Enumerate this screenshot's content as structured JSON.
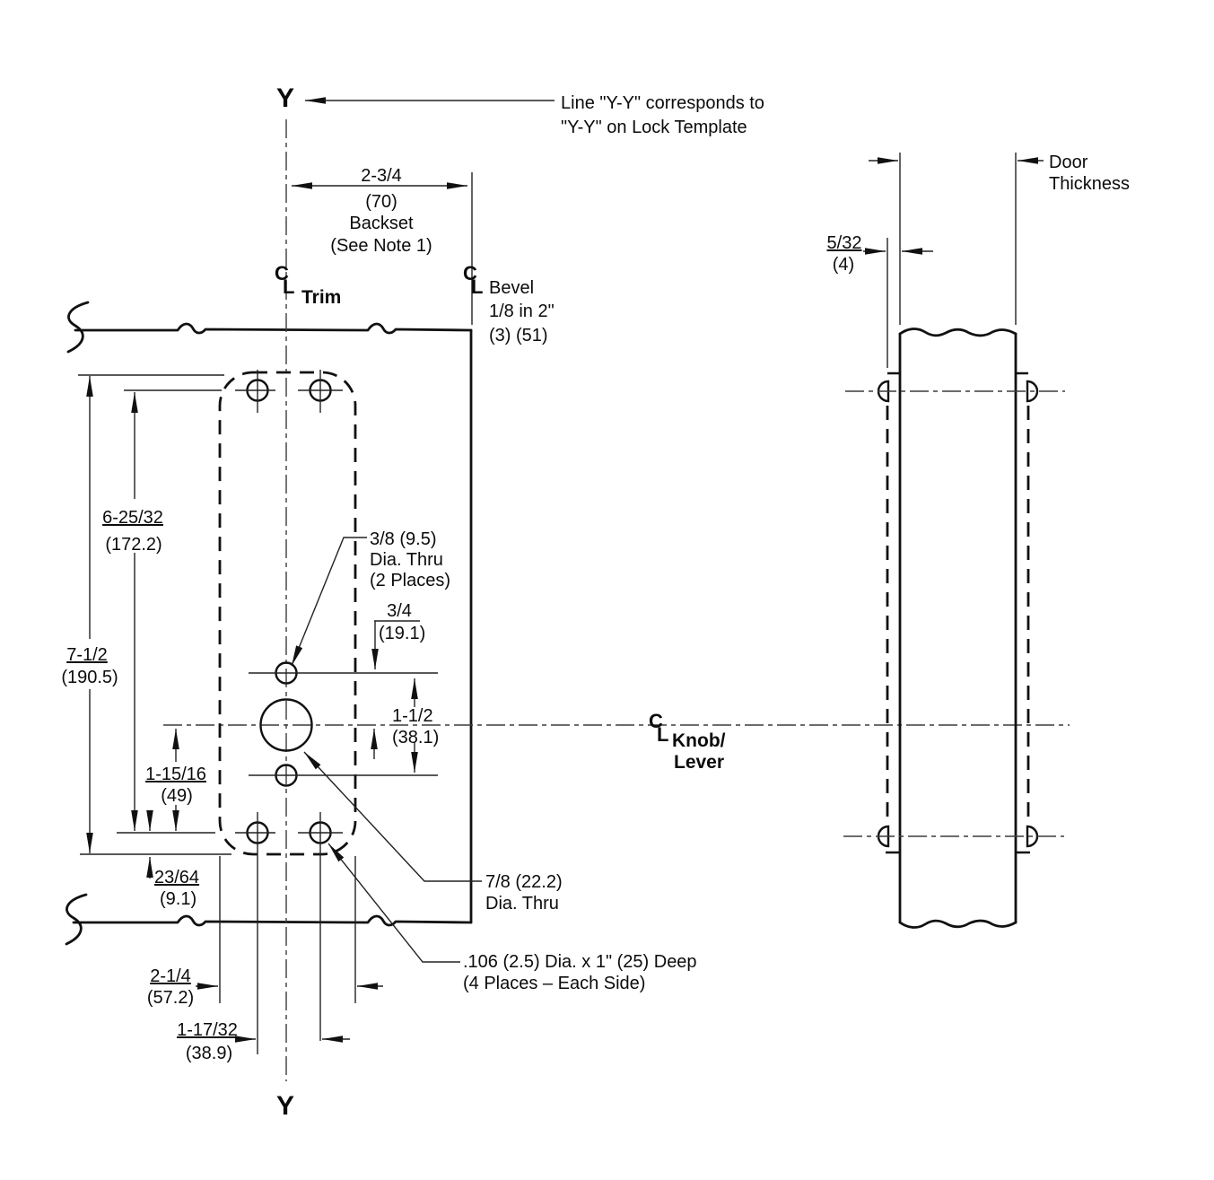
{
  "note": {
    "line1": "Line \"Y-Y\" corresponds to",
    "line2": "\"Y-Y\" on Lock Template"
  },
  "axis": {
    "top": "Y",
    "bottom": "Y"
  },
  "cl": {
    "c": "C",
    "l": "L"
  },
  "front_view": {
    "trim_label": "Trim",
    "bevel": {
      "l1": "Bevel",
      "l2": "1/8 in 2\"",
      "l3": "(3) (51)"
    },
    "knob": {
      "l1": "Knob/",
      "l2": "Lever"
    },
    "backset": {
      "in": "2-3/4",
      "mm": "(70)",
      "l3": "Backset",
      "l4": "(See Note 1)"
    },
    "dims": {
      "height_overall": {
        "in": "7-1/2",
        "mm": "(190.5)"
      },
      "height_holes": {
        "in": "6-25/32",
        "mm": "(172.2)"
      },
      "cl_to_bottom_holes": {
        "in": "1-15/16",
        "mm": "(49)"
      },
      "bottom_offset": {
        "in": "23/64",
        "mm": "(9.1)"
      },
      "cl_to_top_hole": {
        "in": "3/4",
        "mm": "(19.1)"
      },
      "hole_spacing": {
        "in": "1-1/2",
        "mm": "(38.1)"
      },
      "trim_width": {
        "in": "2-1/4",
        "mm": "(57.2)"
      },
      "holes_width": {
        "in": "1-17/32",
        "mm": "(38.9)"
      }
    },
    "callouts": {
      "hole_3_8": {
        "l1": "3/8 (9.5)",
        "l2": "Dia. Thru",
        "l3": "(2 Places)"
      },
      "hole_7_8": {
        "l1": "7/8 (22.2)",
        "l2": "Dia. Thru"
      },
      "hole_106": {
        "l1": ".106 (2.5) Dia. x 1\" (25) Deep",
        "l2": "(4 Places – Each Side)"
      }
    }
  },
  "side_view": {
    "door_thickness": {
      "l1": "Door",
      "l2": "Thickness"
    },
    "trim_projection": {
      "in": "5/32",
      "mm": "(4)"
    }
  },
  "colors": {
    "ink": "#111111",
    "background": "#ffffff"
  }
}
